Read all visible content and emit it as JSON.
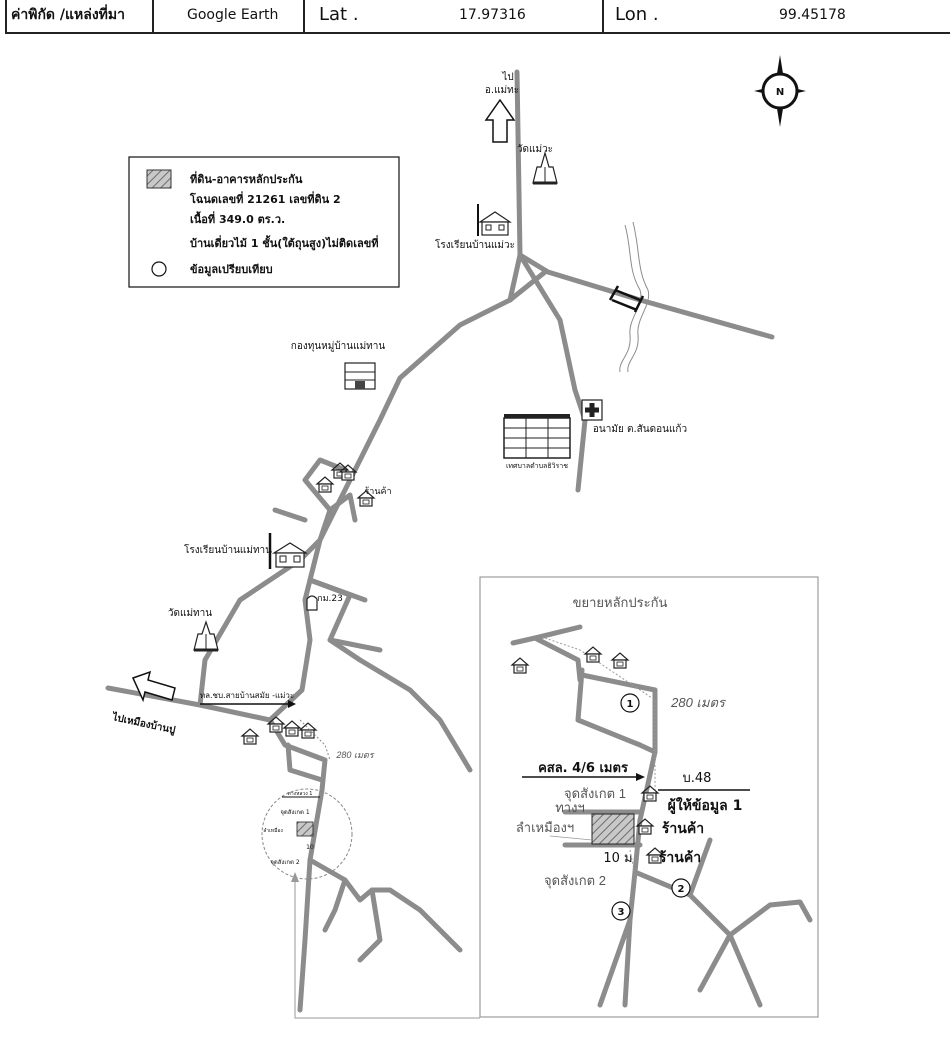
{
  "header": {
    "source_label": "ค่าพิกัด /แหล่งที่มา",
    "source_value": "Google Earth",
    "lat_label": "Lat .",
    "lat_value": "17.97316",
    "lon_label": "Lon .",
    "lon_value": "99.45178"
  },
  "compass": {
    "north_label": "N"
  },
  "legend": {
    "line1": "ที่ดิน-อาคารหลักประกัน",
    "line2": "โฉนดเลขที่ 21261 เลขที่ดิน 2",
    "line3": "เนื้อที่ 349.0 ตร.ว.",
    "line4": "บ้านเดี่ยวไม้ 1 ชั้น(ใต้ถุนสูง)ไม่ติดเลขที่",
    "line5": "ข้อมูลเปรียบเทียบ"
  },
  "labels": {
    "to_north_1": "ไป",
    "to_north_2": "อ.แม่ทะ",
    "temple_top": "วัดแม่วะ",
    "school_top": "โรงเรียนบ้านแม่วะ",
    "fund": "กองทุนหมู่บ้านแม่ทาน",
    "health": "อนามัย ต.สันดอนแก้ว",
    "municipal": "เทศบาลตำบลธิวิราช",
    "shop_small": "ร้านค้า",
    "school_mid": "โรงเรียนบ้านแม่ทาน",
    "km": "กม.23",
    "temple_mid": "วัดแม่ทาน",
    "highway": "ทล.ชบ.สายบ้านสมัย -แม่วะ",
    "to_west": "ไปเหมืองบ้านปู",
    "dist_small": "280 เมตร",
    "obs1_small": "จุดสังเกต 1",
    "obs2_small": "จุดสังเกต 2",
    "ten_small": "10",
    "road_small": "ทางหลวง 1",
    "canal_small": "ลำเหมือง"
  },
  "inset": {
    "title": "ขยายหลักประกัน",
    "distance": "280 เมตร",
    "road_width": "คสล. 4/6 เมตร",
    "village": "บ.48",
    "obs1": "จุดสังเกต 1",
    "path": "ทางฯ",
    "informant": "ผู้ให้ข้อมูล 1",
    "canal": "ลำเหมืองฯ",
    "shop1": "ร้านค้า",
    "ten_m": "10 ม",
    "shop2": "ร้านค้า",
    "obs2": "จุดสังเกต 2",
    "c1": "1",
    "c2": "2",
    "c3": "3"
  },
  "colors": {
    "road": "#8c8c8c",
    "ink": "#111111",
    "hatch": "#9a9a9a"
  }
}
